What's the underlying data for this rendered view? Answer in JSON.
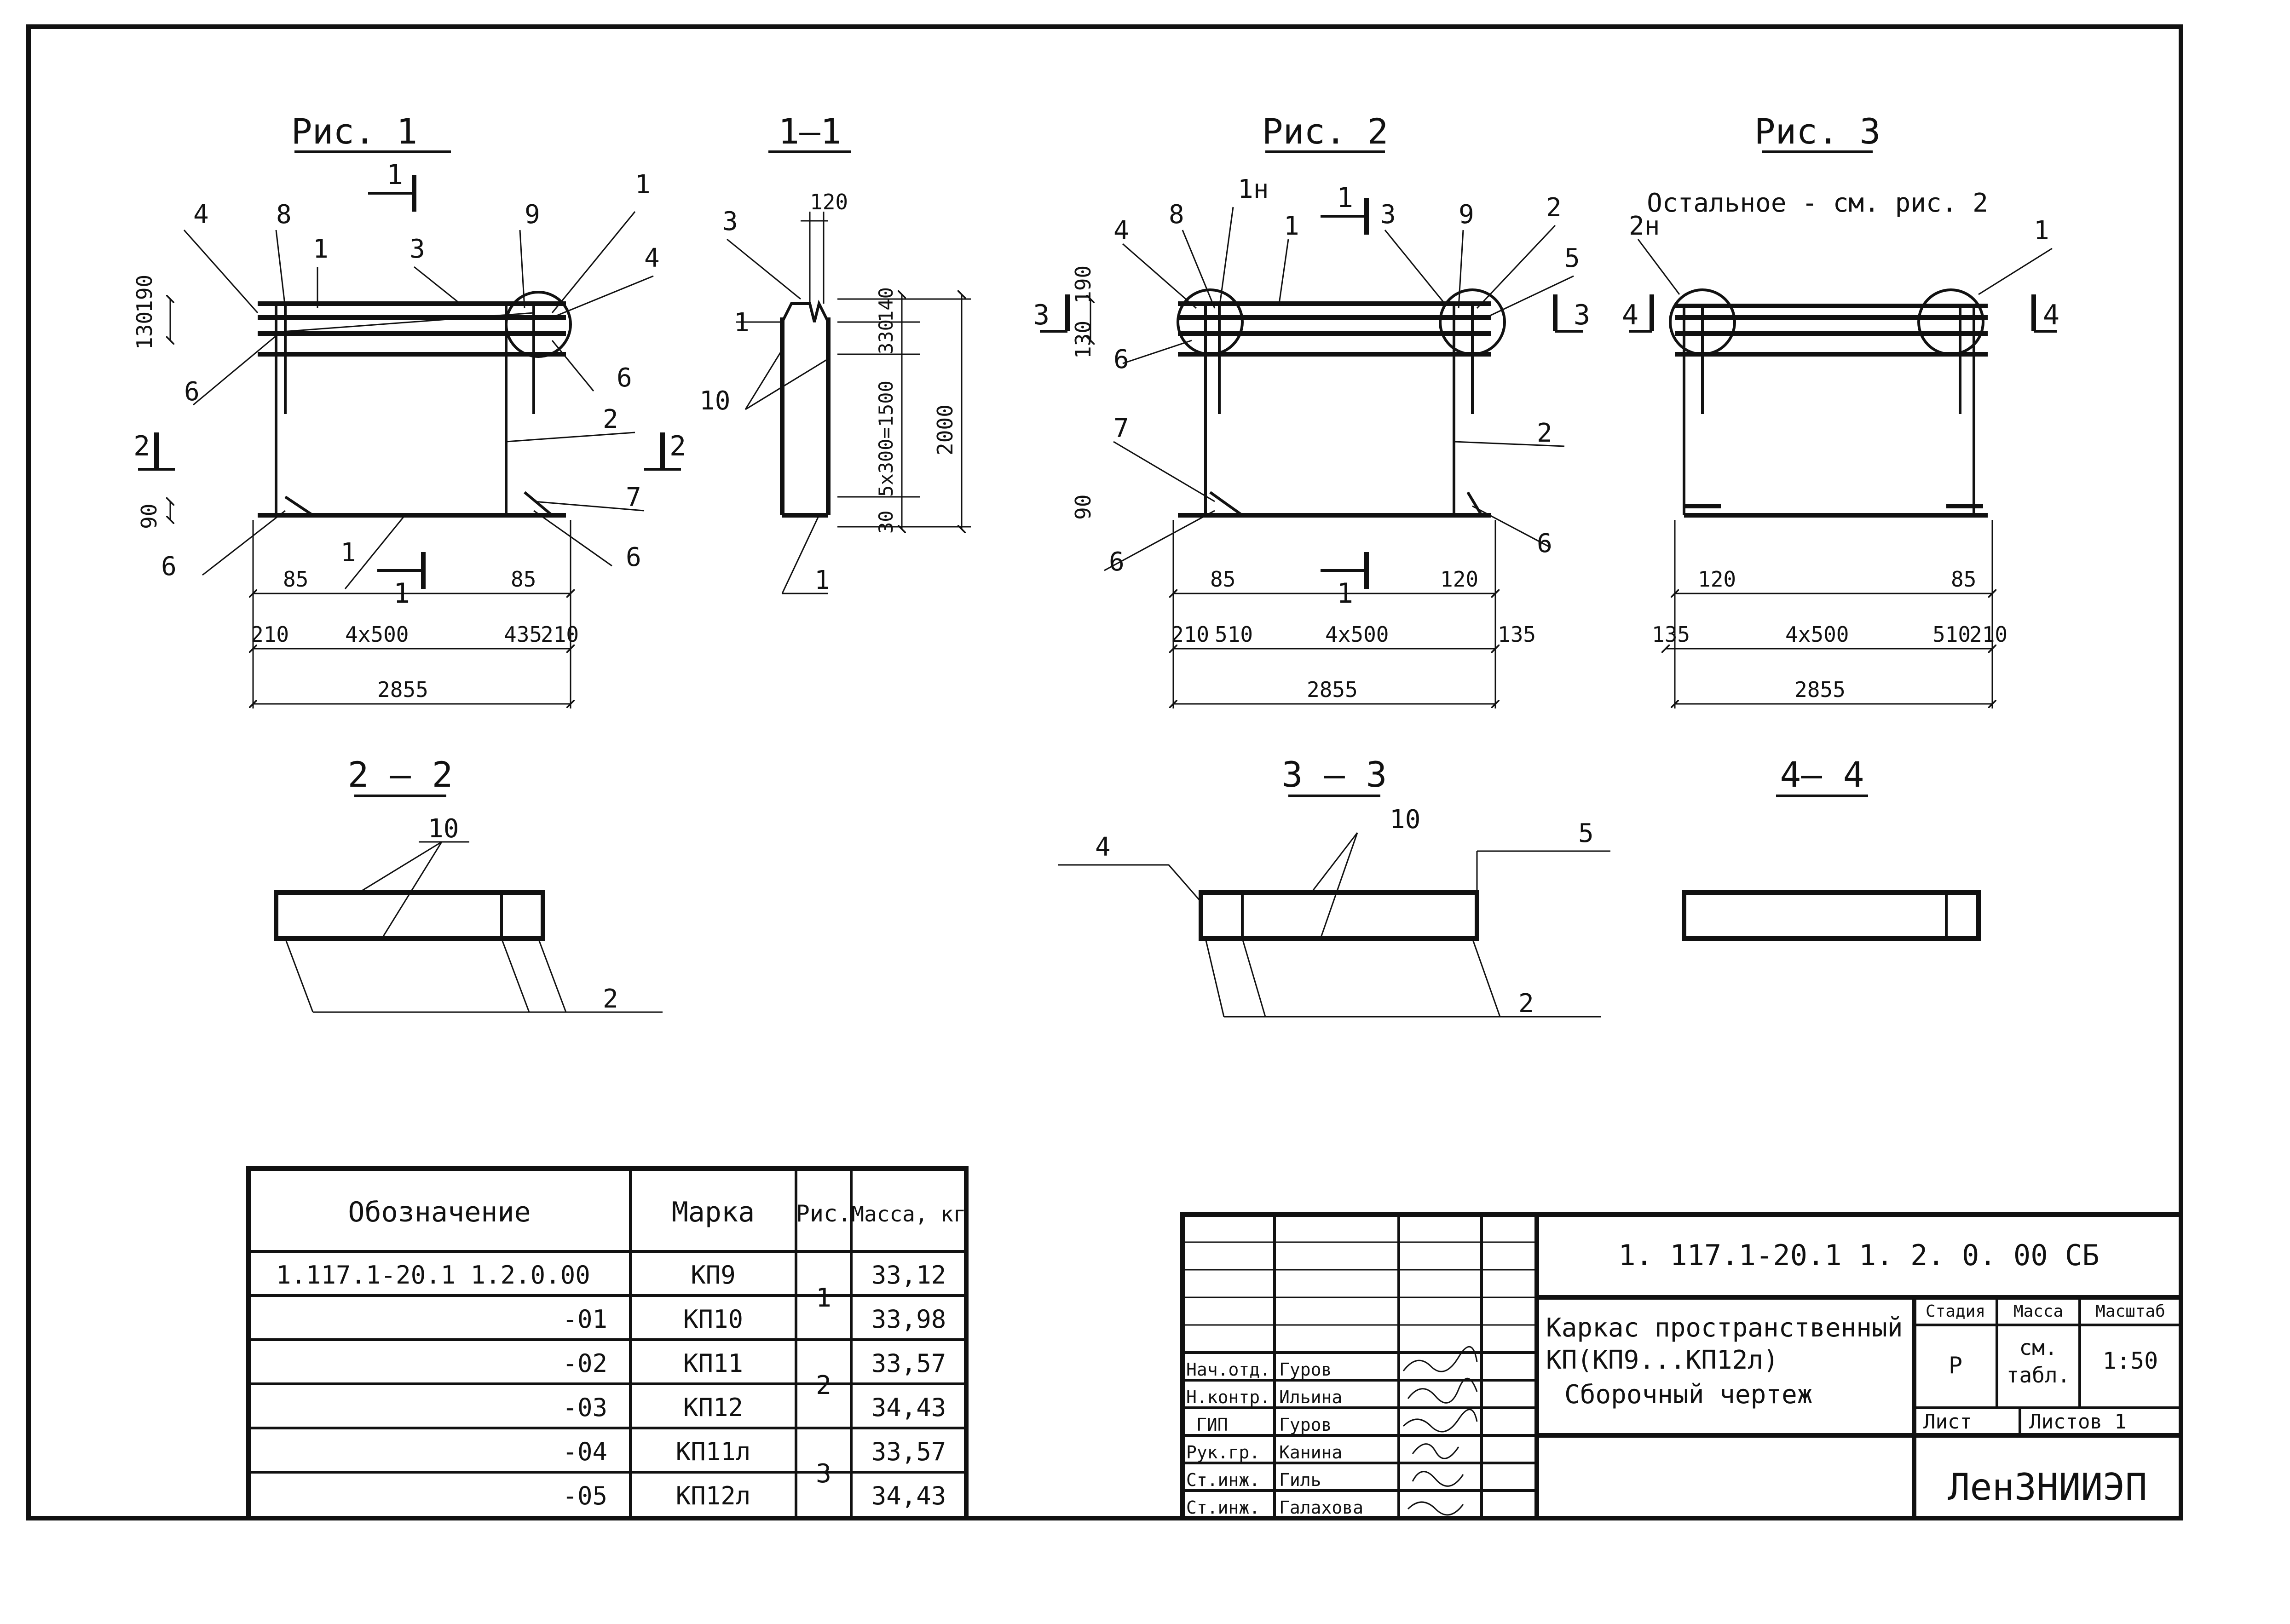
{
  "figures": {
    "fig1": {
      "title": "Рис. 1"
    },
    "fig2": {
      "title": "Рис. 2"
    },
    "fig3": {
      "title": "Рис. 3",
      "note": "Остальное - см. рис. 2"
    },
    "sec11": {
      "title": "1—1"
    },
    "sec22": {
      "title": "2 — 2"
    },
    "sec33": {
      "title": "3 — 3"
    },
    "sec44": {
      "title": "4— 4"
    }
  },
  "callouts": {
    "fig1": [
      "4",
      "8",
      "1",
      "3",
      "9",
      "1",
      "4",
      "6",
      "6",
      "2",
      "7",
      "6",
      "6",
      "1"
    ],
    "fig2": [
      "4",
      "8",
      "1н",
      "1",
      "3",
      "9",
      "2",
      "5",
      "6",
      "7",
      "2",
      "6",
      "6"
    ],
    "fig3": [
      "2н",
      "1"
    ],
    "sec11": [
      "3",
      "1",
      "10",
      "1"
    ],
    "sec22": [
      "10",
      "2"
    ],
    "sec33": [
      "4",
      "10",
      "5",
      "2"
    ],
    "cuts": [
      "1",
      "1",
      "2",
      "2",
      "1",
      "1",
      "3",
      "3",
      "4",
      "4"
    ]
  },
  "dimensions": {
    "fig1": [
      "130",
      "190",
      "90",
      "85",
      "85",
      "210",
      "4x500",
      "435",
      "210",
      "2855"
    ],
    "fig2": [
      "130",
      "190",
      "90",
      "85",
      "120",
      "210",
      "510",
      "4x500",
      "135",
      "2855"
    ],
    "fig3": [
      "120",
      "85",
      "135",
      "4x500",
      "510",
      "210",
      "2855"
    ],
    "sec11": [
      "120",
      "140",
      "330",
      "5x300=1500",
      "2000",
      "30"
    ]
  },
  "spec_table": {
    "headers": [
      "Обозначение",
      "Марка",
      "Рис.",
      "Масса, кг"
    ],
    "rows": [
      {
        "designation": "1.117.1-20.1  1.2.0.00",
        "mark": "КП9",
        "fig": "1",
        "mass": "33,12"
      },
      {
        "designation": "-01",
        "mark": "КП10",
        "fig": "",
        "mass": "33,98"
      },
      {
        "designation": "-02",
        "mark": "КП11",
        "fig": "2",
        "mass": "33,57"
      },
      {
        "designation": "-03",
        "mark": "КП12",
        "fig": "",
        "mass": "34,43"
      },
      {
        "designation": "-04",
        "mark": "КП11л",
        "fig": "3",
        "mass": "33,57"
      },
      {
        "designation": "-05",
        "mark": "КП12л",
        "fig": "",
        "mass": "34,43"
      }
    ]
  },
  "title_block": {
    "doc_code": "1. 117.1-20.1  1. 2. 0. 00 СБ",
    "title_lines": [
      "Каркас пространственный",
      "КП(КП9...КП12л)",
      "Сборочный чертеж"
    ],
    "stage_header": "Стадия",
    "mass_header": "Масса",
    "scale_header": "Масштаб",
    "stage_value": "Р",
    "mass_value_lines": [
      "см.",
      "табл."
    ],
    "scale_value": "1:50",
    "sheet_label": "Лист",
    "sheets_label": "Листов 1",
    "organization": "ЛенЗНИИЭП",
    "signatures": [
      {
        "role": "Нач.отд.",
        "name": "Гуров"
      },
      {
        "role": "Н.контр.",
        "name": "Ильина"
      },
      {
        "role": "ГИП",
        "name": "Гуров"
      },
      {
        "role": "Рук.гр.",
        "name": "Канина"
      },
      {
        "role": "Ст.инж.",
        "name": "Гиль"
      },
      {
        "role": "Ст.инж.",
        "name": "Галахова"
      }
    ]
  }
}
